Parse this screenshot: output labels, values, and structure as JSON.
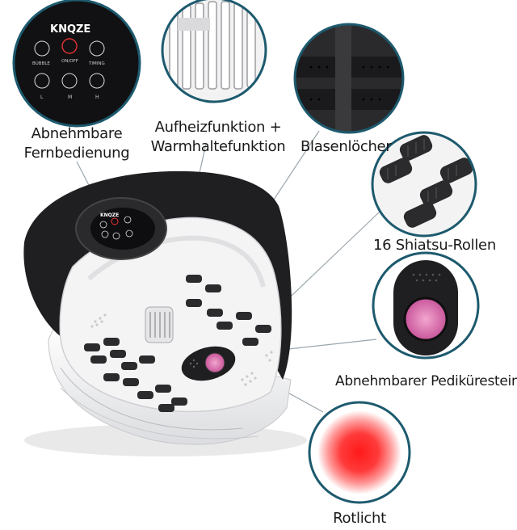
{
  "brand": "KNQZE",
  "remote": {
    "labels": [
      "BUBBLE",
      "ON/OFF",
      "TIMING",
      "L",
      "M",
      "H"
    ]
  },
  "callouts": {
    "remote_line1": "Abnehmbare",
    "remote_line2": "Fernbedienung",
    "heater_line1": "Aufheizfunktion +",
    "heater_line2": "Warmhaltefunktion",
    "bubbles": "Blasenlöcher",
    "rollers": "16 Shiatsu-Rollen",
    "stone": "Abnehmbarer Pediküresteine",
    "light": "Rotlicht"
  },
  "colors": {
    "tub_dark": "#1f1f22",
    "tub_white": "#f4f4f5",
    "ring": "#1d5a6e",
    "red_light": "#ff2a2a",
    "stone_pink": "#d968a8"
  }
}
